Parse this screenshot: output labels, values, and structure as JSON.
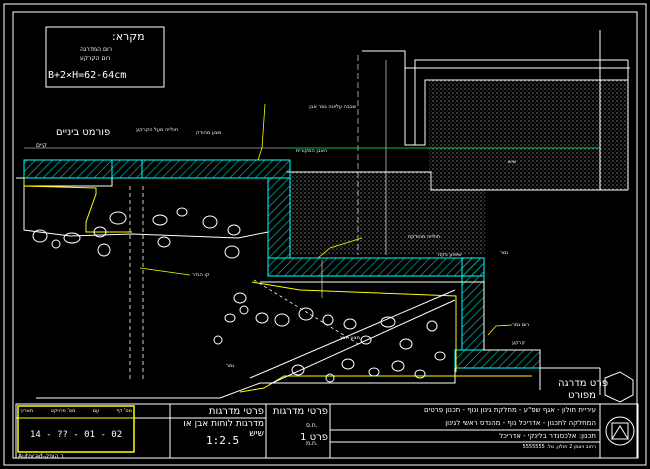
{
  "legend": {
    "title": "מקרא:",
    "line1": "רום המדרגה",
    "line2": "רום הקרקע",
    "formula": "B+2×H=62-64cm"
  },
  "labels": {
    "lawn_left": "פורמט ביניים",
    "existing": "קיים",
    "drainage_left": "חולייה מעל הקרקע",
    "gravel_left": "מצע מהודק",
    "top_notes": "שכבה עליונה גמר אבן",
    "wall_top": "האבן המקורית",
    "step_label": "שיש",
    "lower_step_label": "חולייה מהודקת",
    "terrace_label": "גמר",
    "soil_left": "קו הגדר",
    "dirt_line": "מצע חצץ",
    "water_label": "שיפוע ניקוז",
    "lower_right_label": "רום גמר",
    "lower_right2": "קרקע",
    "bottom_left_label": "גמר"
  },
  "title_block": {
    "sheet_title": "פרטי מדרגות",
    "sheet_subtitle": "מדרגות לוחות אבן או שיש",
    "detail_no": "פרט 1",
    "scale": "1:2.5",
    "project_line": "עיריית חולון - אגף שפ\"ע - מחלקת גינון ונוף - תכנון פרטים",
    "designer_line": "המחלקה לתכנון - אדריכל נוף - מהנדס ראשי לגינון",
    "office_line": "תכנון: אלכסנדר בלינקי - אדריכל",
    "address_line": "רחוב ויצמן 2 חולון, טל. 5555555",
    "right_block": "פרט מדרגה",
    "right_block2": "מפורט",
    "table_headers": [
      "מס' דף",
      "עם",
      "מס' פרויקט",
      "תאריך"
    ],
    "date": "14 - ?? - 01 - 02",
    "misc1": "ח.ס.",
    "misc2": "ח.מ.",
    "autocad": "Autocad-ב הופק"
  },
  "colors": {
    "frame": "#ffffff",
    "hatch": "#00c8b4",
    "cyan": "#00ffff",
    "yellow": "#ffff00",
    "green": "#00ff66",
    "text": "#ffffff"
  }
}
